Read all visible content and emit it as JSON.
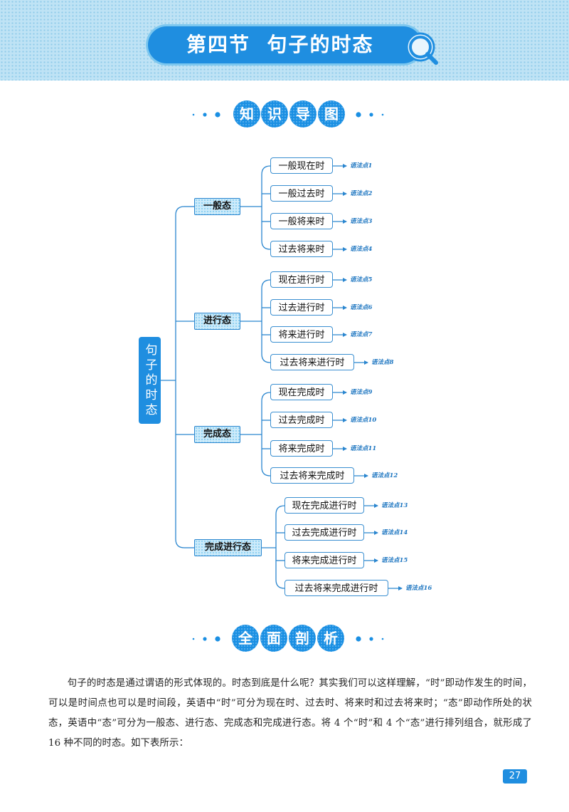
{
  "header": {
    "title": "第四节  句子的时态",
    "search_icon": "search-icon"
  },
  "knowledge_map": {
    "heading_chars": [
      "知",
      "识",
      "导",
      "图"
    ],
    "root": "句子的时态",
    "branches": [
      {
        "label": "一般态",
        "leaves": [
          {
            "label": "一般现在时",
            "ref": "语法点1"
          },
          {
            "label": "一般过去时",
            "ref": "语法点2"
          },
          {
            "label": "一般将来时",
            "ref": "语法点3"
          },
          {
            "label": "过去将来时",
            "ref": "语法点4"
          }
        ]
      },
      {
        "label": "进行态",
        "leaves": [
          {
            "label": "现在进行时",
            "ref": "语法点5"
          },
          {
            "label": "过去进行时",
            "ref": "语法点6"
          },
          {
            "label": "将来进行时",
            "ref": "语法点7"
          },
          {
            "label": "过去将来进行时",
            "ref": "语法点8"
          }
        ]
      },
      {
        "label": "完成态",
        "leaves": [
          {
            "label": "现在完成时",
            "ref": "语法点9"
          },
          {
            "label": "过去完成时",
            "ref": "语法点10"
          },
          {
            "label": "将来完成时",
            "ref": "语法点11"
          },
          {
            "label": "过去将来完成时",
            "ref": "语法点12"
          }
        ]
      },
      {
        "label": "完成进行态",
        "leaves": [
          {
            "label": "现在完成进行时",
            "ref": "语法点13"
          },
          {
            "label": "过去完成进行时",
            "ref": "语法点14"
          },
          {
            "label": "将来完成进行时",
            "ref": "语法点15"
          },
          {
            "label": "过去将来完成进行时",
            "ref": "语法点16"
          }
        ]
      }
    ]
  },
  "analysis": {
    "heading_chars": [
      "全",
      "面",
      "剖",
      "析"
    ],
    "paragraph": "句子的时态是通过谓语的形式体现的。时态到底是什么呢？其实我们可以这样理解，“时”即动作发生的时间，可以是时间点也可以是时间段，英语中“时”可分为现在时、过去时、将来时和过去将来时；“态”即动作所处的状态，英语中“态”可分为一般态、进行态、完成态和完成进行态。将 4 个“时”和 4 个“态”进行排列组合，就形成了 16 种不同的时态。如下表所示："
  },
  "footer": {
    "page_number": "27"
  },
  "colors": {
    "accent": "#1f8ee0",
    "band": "#bfe3f5",
    "ref_text": "#2178c2"
  }
}
